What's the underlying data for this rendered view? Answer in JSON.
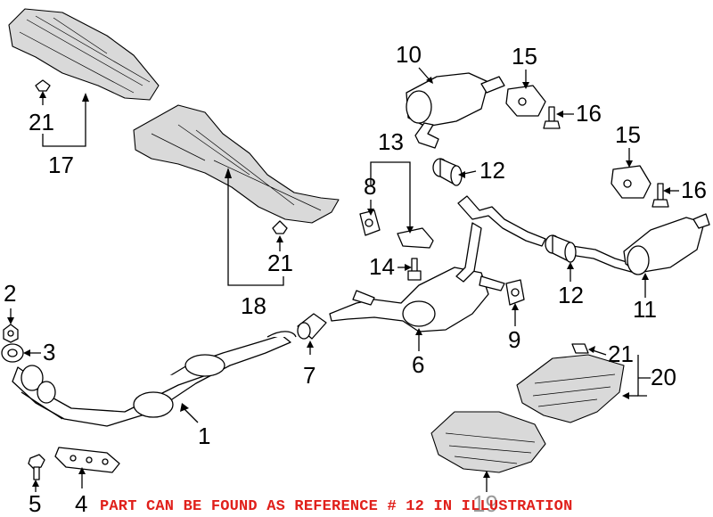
{
  "callouts": {
    "c1": "1",
    "c2": "2",
    "c3": "3",
    "c4": "4",
    "c5": "5",
    "c6": "6",
    "c7": "7",
    "c8": "8",
    "c9": "9",
    "c10": "10",
    "c11": "11",
    "c12a": "12",
    "c12b": "12",
    "c13": "13",
    "c14": "14",
    "c15a": "15",
    "c15b": "15",
    "c16a": "16",
    "c16b": "16",
    "c17": "17",
    "c18": "18",
    "c19": "19",
    "c20": "20",
    "c21a": "21",
    "c21b": "21",
    "c21c": "21"
  },
  "notice": "PART CAN BE FOUND AS REFERENCE # 12 IN ILLUSTRATION",
  "colors": {
    "notice": "#e0201b",
    "line": "#000000",
    "shade": "#d9d9d9"
  }
}
